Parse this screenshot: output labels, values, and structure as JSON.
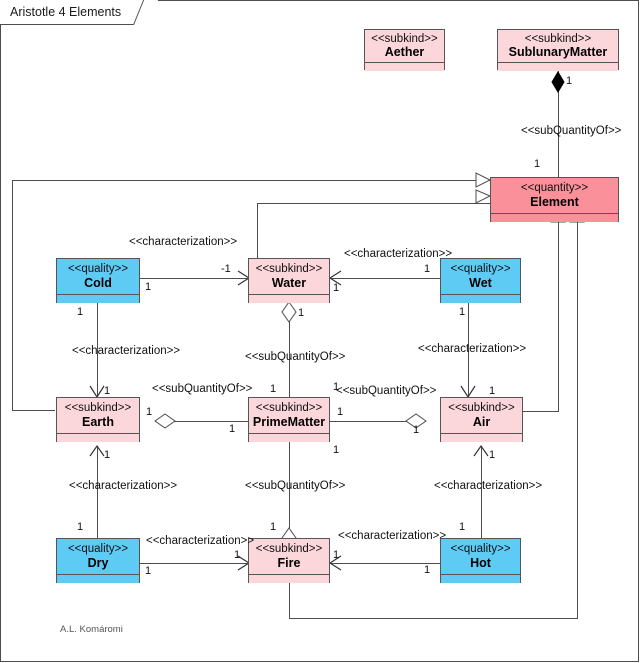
{
  "diagram": {
    "title": "Aristotle 4 Elements",
    "signature": "A.L. Komáromi",
    "colors": {
      "subkind_fill": "#fbd6da",
      "quality_fill": "#5ecbf5",
      "quantity_fill": "#fa9099",
      "line": "#4d4d4d",
      "background": "#ffffff"
    }
  },
  "classes": [
    {
      "id": "aether",
      "stereotype": "<<subkind>>",
      "name": "Aether",
      "kind": "subkind"
    },
    {
      "id": "sublunarymatter",
      "stereotype": "<<subkind>>",
      "name": "SublunaryMatter",
      "kind": "subkind"
    },
    {
      "id": "element",
      "stereotype": "<<quantity>>",
      "name": "Element",
      "kind": "quantity"
    },
    {
      "id": "cold",
      "stereotype": "<<quality>>",
      "name": "Cold",
      "kind": "quality"
    },
    {
      "id": "water",
      "stereotype": "<<subkind>>",
      "name": "Water",
      "kind": "subkind"
    },
    {
      "id": "wet",
      "stereotype": "<<quality>>",
      "name": "Wet",
      "kind": "quality"
    },
    {
      "id": "earth",
      "stereotype": "<<subkind>>",
      "name": "Earth",
      "kind": "subkind"
    },
    {
      "id": "primematter",
      "stereotype": "<<subkind>>",
      "name": "PrimeMatter",
      "kind": "subkind"
    },
    {
      "id": "air",
      "stereotype": "<<subkind>>",
      "name": "Air",
      "kind": "subkind"
    },
    {
      "id": "dry",
      "stereotype": "<<quality>>",
      "name": "Dry",
      "kind": "quality"
    },
    {
      "id": "fire",
      "stereotype": "<<subkind>>",
      "name": "Fire",
      "kind": "subkind"
    },
    {
      "id": "hot",
      "stereotype": "<<quality>>",
      "name": "Hot",
      "kind": "quality"
    }
  ],
  "relations": [
    {
      "id": "sub-element",
      "label": "<<subQuantityOf>>",
      "from": "SublunaryMatter",
      "to": "Element",
      "type": "composition",
      "source_mult": "1",
      "target_mult": "1"
    },
    {
      "id": "cold-water",
      "label": "<<characterization>>",
      "from": "Cold",
      "to": "Water",
      "type": "characterization",
      "source_mult": "1",
      "target_mult": "-1"
    },
    {
      "id": "wet-water",
      "label": "<<characterization>>",
      "from": "Wet",
      "to": "Water",
      "type": "characterization",
      "source_mult": "1",
      "target_mult": "1"
    },
    {
      "id": "cold-earth",
      "label": "<<characterization>>",
      "from": "Cold",
      "to": "Earth",
      "type": "characterization",
      "source_mult": "1",
      "target_mult": "1"
    },
    {
      "id": "wet-air",
      "label": "<<characterization>>",
      "from": "Wet",
      "to": "Air",
      "type": "characterization",
      "source_mult": "1",
      "target_mult": "1"
    },
    {
      "id": "dry-earth",
      "label": "<<characterization>>",
      "from": "Dry",
      "to": "Earth",
      "type": "characterization",
      "source_mult": "1",
      "target_mult": "1"
    },
    {
      "id": "hot-air",
      "label": "<<characterization>>",
      "from": "Hot",
      "to": "Air",
      "type": "characterization",
      "source_mult": "1",
      "target_mult": "1"
    },
    {
      "id": "dry-fire",
      "label": "<<characterization>>",
      "from": "Dry",
      "to": "Fire",
      "type": "characterization",
      "source_mult": "1",
      "target_mult": "1"
    },
    {
      "id": "hot-fire",
      "label": "<<characterization>>",
      "from": "Hot",
      "to": "Fire",
      "type": "characterization",
      "source_mult": "1",
      "target_mult": "1"
    },
    {
      "id": "water-pm",
      "label": "<<subQuantityOf>>",
      "from": "Water",
      "to": "PrimeMatter",
      "type": "aggregation",
      "source_mult": "1",
      "target_mult": "1"
    },
    {
      "id": "earth-pm",
      "label": "<<subQuantityOf>>",
      "from": "Earth",
      "to": "PrimeMatter",
      "type": "aggregation",
      "source_mult": "1",
      "target_mult": "1"
    },
    {
      "id": "air-pm",
      "label": "<<subQuantityOf>>",
      "from": "Air",
      "to": "PrimeMatter",
      "type": "aggregation",
      "source_mult": "1",
      "target_mult": "1"
    },
    {
      "id": "fire-pm",
      "label": "<<subQuantityOf>>",
      "from": "Fire",
      "to": "PrimeMatter",
      "type": "aggregation",
      "source_mult": "1",
      "target_mult": "1"
    },
    {
      "id": "water-element",
      "from": "Water",
      "to": "Element",
      "type": "generalization"
    },
    {
      "id": "earth-element",
      "from": "Earth",
      "to": "Element",
      "type": "generalization"
    },
    {
      "id": "air-element",
      "from": "Air",
      "to": "Element",
      "type": "generalization"
    },
    {
      "id": "fire-element",
      "from": "Fire",
      "to": "Element",
      "type": "generalization"
    }
  ],
  "edge_labels": {
    "sub_quantity_of": "<<subQuantityOf>>",
    "characterization": "<<characterization>>",
    "one": "1",
    "minus_one": "-1"
  }
}
